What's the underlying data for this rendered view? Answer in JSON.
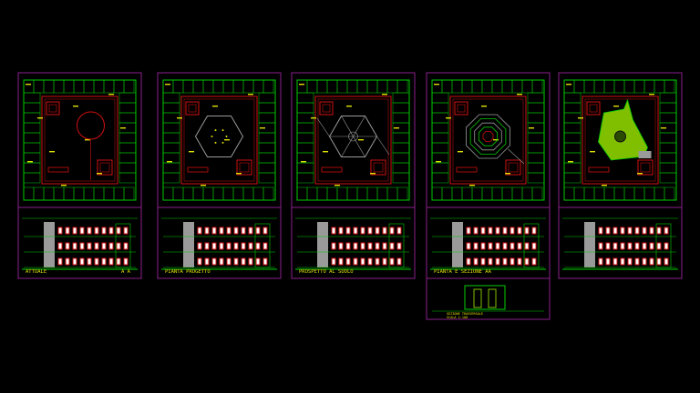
{
  "canvas": {
    "background": "#000000",
    "frame_color": "#8a1f8a",
    "wall_color": "#00cc00",
    "red_color": "#d01010",
    "text_color": "#e0e000",
    "hatch_color": "#7fbf00",
    "grey_color": "#9a9a9a"
  },
  "sheets": [
    {
      "id": "sheet-1",
      "title": "ATTUALE",
      "tag": "A A",
      "courtyard": "circle"
    },
    {
      "id": "sheet-2",
      "title": "PIANTA PROGETTO",
      "tag": "",
      "courtyard": "hexagon"
    },
    {
      "id": "sheet-3",
      "title": "PROSPETTO AL SUOLO",
      "tag": "",
      "courtyard": "hexagon-lines"
    },
    {
      "id": "sheet-4",
      "title": "PIANTA E SEZIONE AA",
      "tag": "",
      "courtyard": "spiral",
      "detail_caption": "SEZIONE TRASVERSALE\nSCALA 1:100"
    },
    {
      "id": "sheet-5",
      "title": "",
      "tag": "",
      "courtyard": "green-hatch"
    }
  ]
}
